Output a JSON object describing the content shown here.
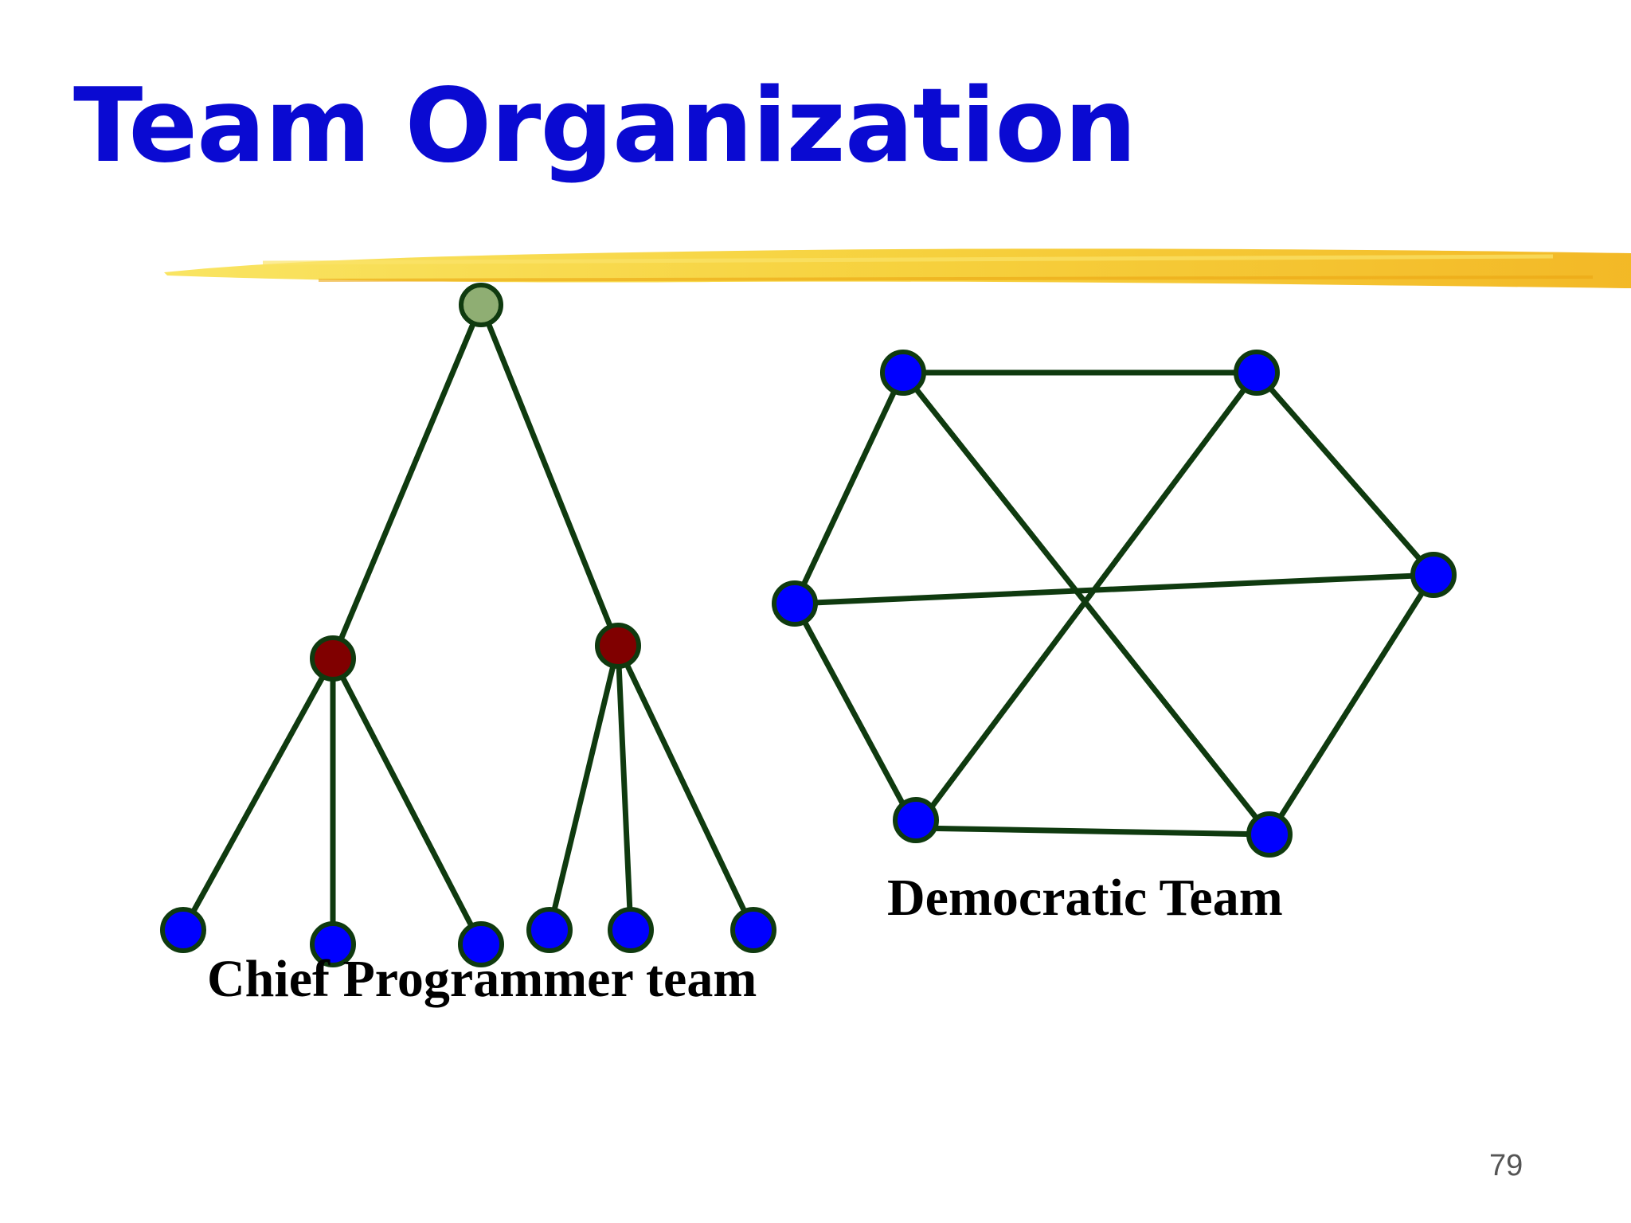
{
  "slide": {
    "title": "Team Organization",
    "page_number": "79"
  },
  "diagrams": {
    "chief_programmer": {
      "caption": "Chief Programmer team",
      "structure": "tree",
      "root": {
        "role": "chief",
        "color": "#8fae73"
      },
      "middle_nodes": [
        {
          "role": "manager",
          "color": "#800000",
          "children": 3
        },
        {
          "role": "manager",
          "color": "#800000",
          "children": 3
        }
      ],
      "leaf_color": "#0000ff",
      "leaf_count": 6
    },
    "democratic": {
      "caption": "Democratic Team",
      "structure": "hexagon with all opposite nodes connected",
      "node_count": 6,
      "node_color": "#0000ff"
    }
  },
  "colors": {
    "title": "#0a0ad2",
    "edge": "#0f3a0f",
    "node_outline": "#0f3a0f",
    "highlight_bar": "#f5c02a"
  }
}
